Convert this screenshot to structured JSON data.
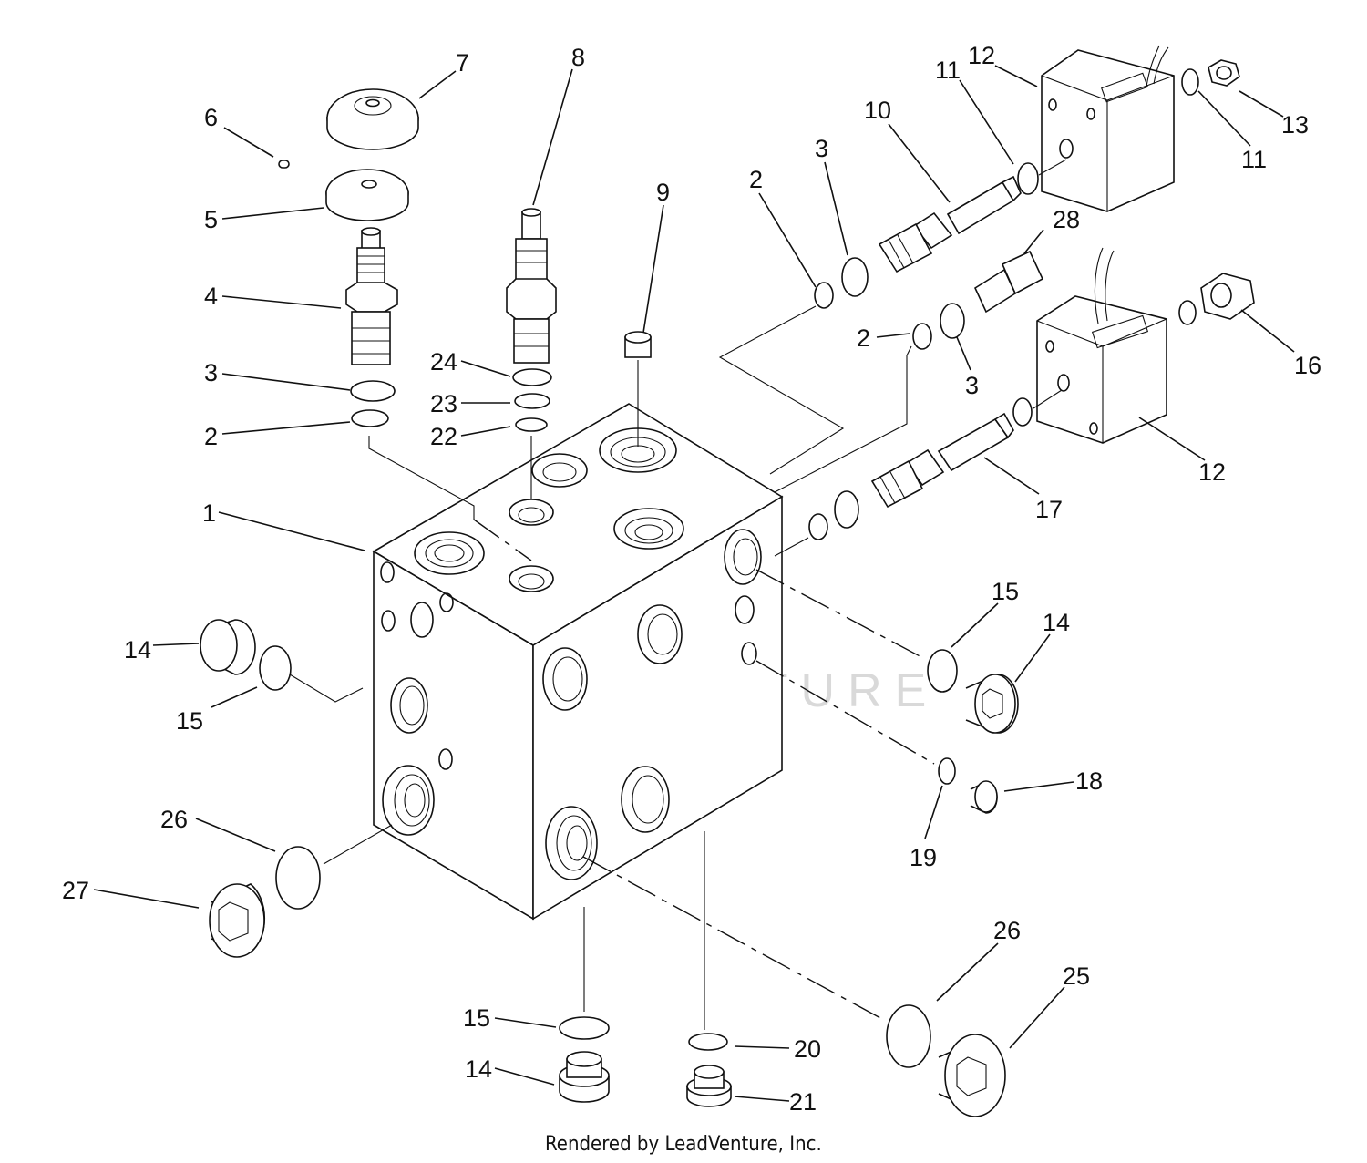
{
  "watermark": "LEADVENTURE",
  "footer": "Rendered by LeadVenture, Inc.",
  "callouts": [
    {
      "id": "c1",
      "text": "1"
    },
    {
      "id": "c2a",
      "text": "2"
    },
    {
      "id": "c2b",
      "text": "2"
    },
    {
      "id": "c2c",
      "text": "2"
    },
    {
      "id": "c3a",
      "text": "3"
    },
    {
      "id": "c3b",
      "text": "3"
    },
    {
      "id": "c3c",
      "text": "3"
    },
    {
      "id": "c4",
      "text": "4"
    },
    {
      "id": "c5",
      "text": "5"
    },
    {
      "id": "c6",
      "text": "6"
    },
    {
      "id": "c7",
      "text": "7"
    },
    {
      "id": "c8",
      "text": "8"
    },
    {
      "id": "c9",
      "text": "9"
    },
    {
      "id": "c10",
      "text": "10"
    },
    {
      "id": "c11a",
      "text": "11"
    },
    {
      "id": "c11b",
      "text": "11"
    },
    {
      "id": "c12a",
      "text": "12"
    },
    {
      "id": "c12b",
      "text": "12"
    },
    {
      "id": "c13",
      "text": "13"
    },
    {
      "id": "c14a",
      "text": "14"
    },
    {
      "id": "c14b",
      "text": "14"
    },
    {
      "id": "c14c",
      "text": "14"
    },
    {
      "id": "c15a",
      "text": "15"
    },
    {
      "id": "c15b",
      "text": "15"
    },
    {
      "id": "c15c",
      "text": "15"
    },
    {
      "id": "c16",
      "text": "16"
    },
    {
      "id": "c17",
      "text": "17"
    },
    {
      "id": "c18",
      "text": "18"
    },
    {
      "id": "c19",
      "text": "19"
    },
    {
      "id": "c20",
      "text": "20"
    },
    {
      "id": "c21",
      "text": "21"
    },
    {
      "id": "c22",
      "text": "22"
    },
    {
      "id": "c23",
      "text": "23"
    },
    {
      "id": "c24",
      "text": "24"
    },
    {
      "id": "c25",
      "text": "25"
    },
    {
      "id": "c26a",
      "text": "26"
    },
    {
      "id": "c26b",
      "text": "26"
    },
    {
      "id": "c27",
      "text": "27"
    },
    {
      "id": "c28",
      "text": "28"
    }
  ]
}
